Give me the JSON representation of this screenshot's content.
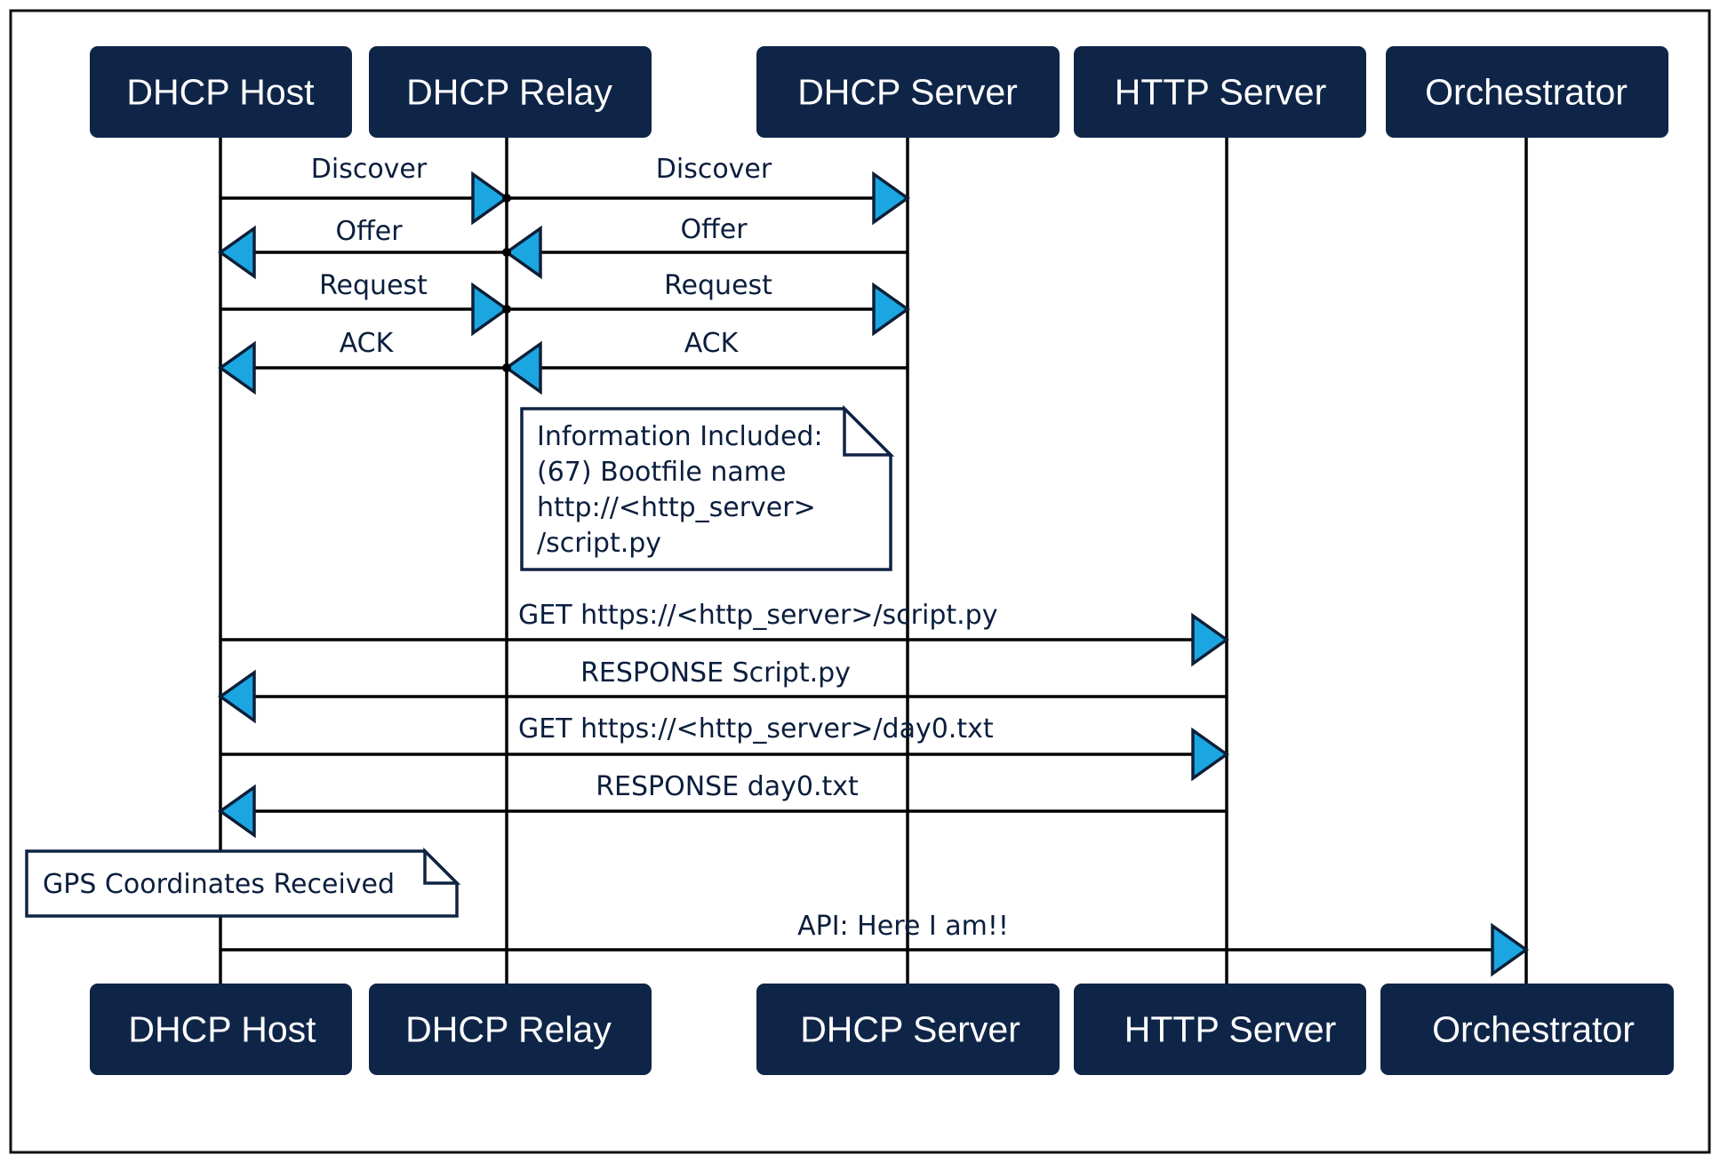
{
  "colors": {
    "actor_fill": "#0f2548",
    "actor_text": "#ffffff",
    "arrowhead_fill": "#1ba6e2",
    "line": "#000000",
    "text": "#0b1e3d"
  },
  "actors": [
    {
      "id": "host",
      "label_top": "DHCP Host",
      "label_bottom": "DHCP Host"
    },
    {
      "id": "relay",
      "label_top": "DHCP Relay",
      "label_bottom": "DHCP Relay"
    },
    {
      "id": "dhcp_server",
      "label_top": "DHCP Server",
      "label_bottom": "DHCP Server"
    },
    {
      "id": "http_server",
      "label_top": "HTTP Server",
      "label_bottom": "HTTP Server"
    },
    {
      "id": "orchestrator",
      "label_top": "Orchestrator",
      "label_bottom": "Orchestrator"
    }
  ],
  "messages": [
    {
      "from": "host",
      "to": "relay",
      "label": "Discover"
    },
    {
      "from": "relay",
      "to": "dhcp_server",
      "label": "Discover"
    },
    {
      "from": "relay",
      "to": "host",
      "label": "Offer"
    },
    {
      "from": "dhcp_server",
      "to": "relay",
      "label": "Offer"
    },
    {
      "from": "host",
      "to": "relay",
      "label": "Request"
    },
    {
      "from": "relay",
      "to": "dhcp_server",
      "label": "Request"
    },
    {
      "from": "relay",
      "to": "host",
      "label": "ACK"
    },
    {
      "from": "dhcp_server",
      "to": "relay",
      "label": "ACK"
    },
    {
      "from": "host",
      "to": "http_server",
      "label": "GET https://<http_server>/script.py"
    },
    {
      "from": "http_server",
      "to": "host",
      "label": "RESPONSE Script.py"
    },
    {
      "from": "host",
      "to": "http_server",
      "label": "GET https://<http_server>/day0.txt"
    },
    {
      "from": "http_server",
      "to": "host",
      "label": "RESPONSE day0.txt"
    },
    {
      "from": "host",
      "to": "orchestrator",
      "label": "API: Here I am!!"
    }
  ],
  "notes": [
    {
      "id": "dhcp_info",
      "lines": [
        "Information Included:",
        "(67) Bootfile name",
        "http://<http_server>",
        "/script.py"
      ]
    },
    {
      "id": "gps",
      "lines": [
        "GPS Coordinates Received"
      ]
    }
  ]
}
